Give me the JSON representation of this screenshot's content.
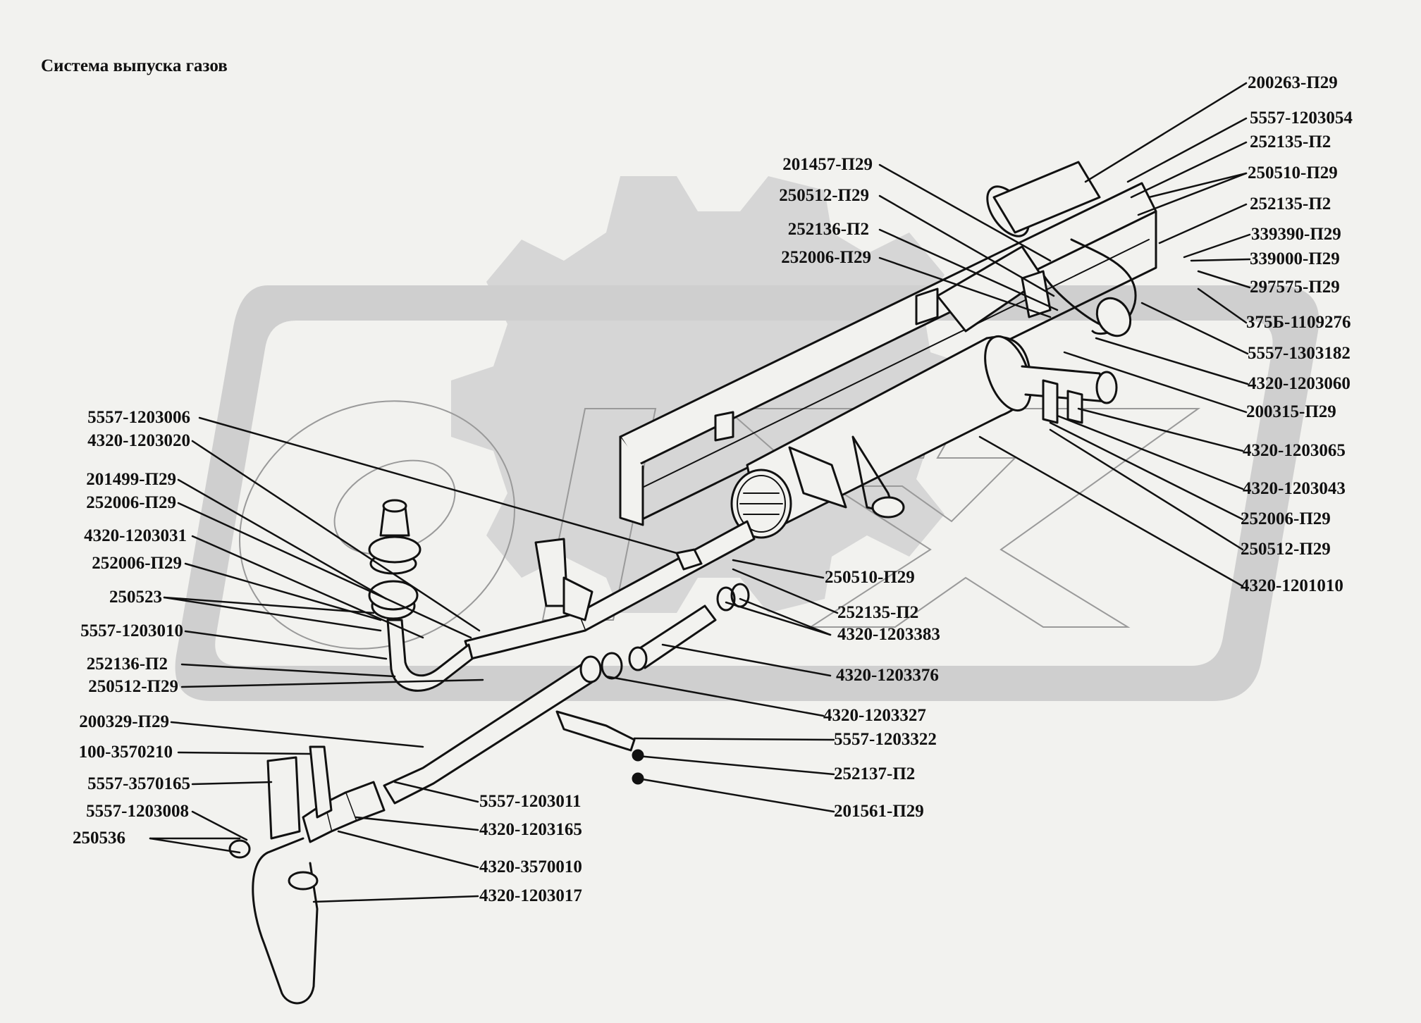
{
  "title": "Система выпуска газов",
  "watermark_text": "ОПТ-Х",
  "colors": {
    "background": "#f2f2ef",
    "watermark": "#d6d6d6",
    "ink": "#111111"
  },
  "callouts": [
    {
      "id": "c1",
      "text": "200263-П29"
    },
    {
      "id": "c2",
      "text": "5557-1203054"
    },
    {
      "id": "c3",
      "text": "252135-П2"
    },
    {
      "id": "c4",
      "text": "250510-П29"
    },
    {
      "id": "c5",
      "text": "252135-П2"
    },
    {
      "id": "c6",
      "text": "339390-П29"
    },
    {
      "id": "c7",
      "text": "339000-П29"
    },
    {
      "id": "c8",
      "text": "297575-П29"
    },
    {
      "id": "c9",
      "text": "375Б-1109276"
    },
    {
      "id": "c10",
      "text": "5557-1303182"
    },
    {
      "id": "c11",
      "text": "4320-1203060"
    },
    {
      "id": "c12",
      "text": "200315-П29"
    },
    {
      "id": "c13",
      "text": "4320-1203065"
    },
    {
      "id": "c14",
      "text": "4320-1203043"
    },
    {
      "id": "c15",
      "text": "252006-П29"
    },
    {
      "id": "c16",
      "text": "250512-П29"
    },
    {
      "id": "c17",
      "text": "4320-1201010"
    },
    {
      "id": "c18",
      "text": "201457-П29"
    },
    {
      "id": "c19",
      "text": "250512-П29"
    },
    {
      "id": "c20",
      "text": "252136-П2"
    },
    {
      "id": "c21",
      "text": "252006-П29"
    },
    {
      "id": "c22",
      "text": "5557-1203006"
    },
    {
      "id": "c23",
      "text": "4320-1203020"
    },
    {
      "id": "c24",
      "text": "201499-П29"
    },
    {
      "id": "c25",
      "text": "252006-П29"
    },
    {
      "id": "c26",
      "text": "4320-1203031"
    },
    {
      "id": "c27",
      "text": "252006-П29"
    },
    {
      "id": "c28",
      "text": "250523"
    },
    {
      "id": "c29",
      "text": "5557-1203010"
    },
    {
      "id": "c30",
      "text": "252136-П2"
    },
    {
      "id": "c31",
      "text": "250512-П29"
    },
    {
      "id": "c32",
      "text": "200329-П29"
    },
    {
      "id": "c33",
      "text": "100-3570210"
    },
    {
      "id": "c34",
      "text": "5557-3570165"
    },
    {
      "id": "c35",
      "text": "5557-1203008"
    },
    {
      "id": "c36",
      "text": "250536"
    },
    {
      "id": "c37",
      "text": "250510-П29"
    },
    {
      "id": "c38",
      "text": "252135-П2"
    },
    {
      "id": "c39",
      "text": "4320-1203383"
    },
    {
      "id": "c40",
      "text": "4320-1203376"
    },
    {
      "id": "c41",
      "text": "4320-1203327"
    },
    {
      "id": "c42",
      "text": "5557-1203322"
    },
    {
      "id": "c43",
      "text": "252137-П2"
    },
    {
      "id": "c44",
      "text": "201561-П29"
    },
    {
      "id": "c45",
      "text": "5557-1203011"
    },
    {
      "id": "c46",
      "text": "4320-1203165"
    },
    {
      "id": "c47",
      "text": "4320-3570010"
    },
    {
      "id": "c48",
      "text": "4320-1203017"
    }
  ]
}
